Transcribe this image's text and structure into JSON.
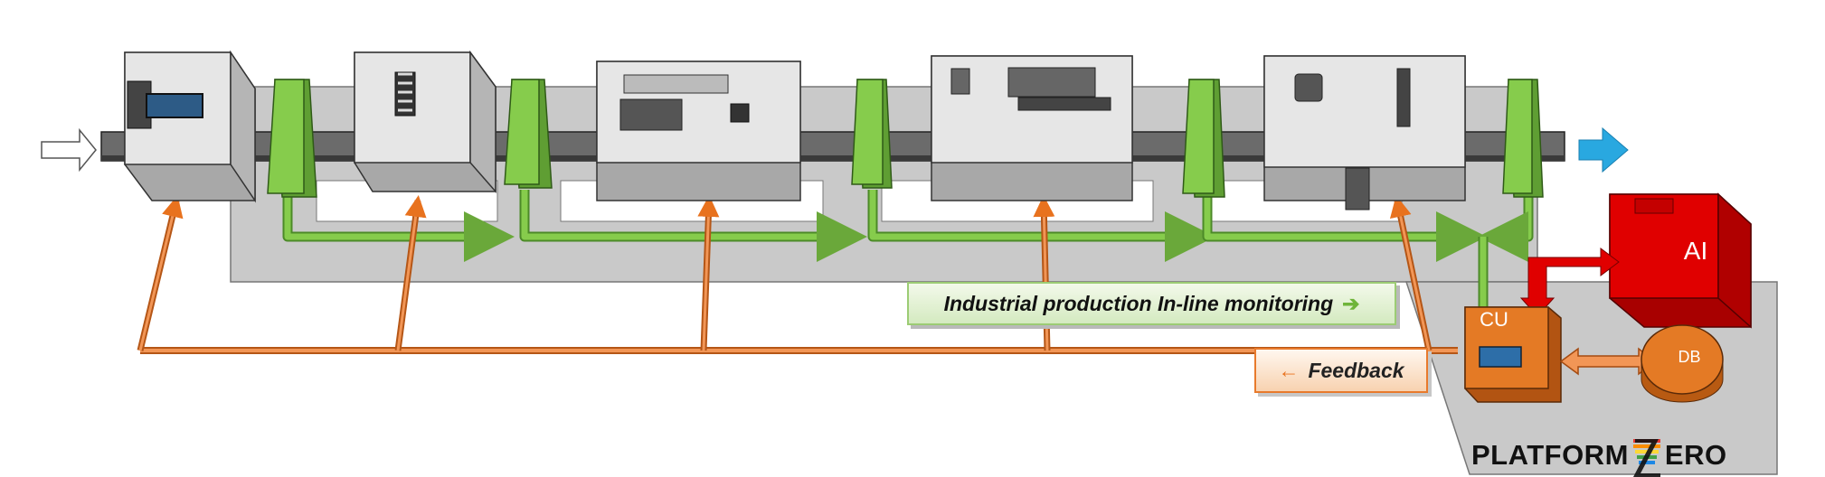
{
  "labels": {
    "monitoring": "Industrial production In-line monitoring",
    "feedback": "Feedback",
    "cu": "CU",
    "ai": "AI",
    "db": "DB",
    "platform_a": "PLATFORM",
    "platform_b": "ERO"
  },
  "colors": {
    "monitor_green": "#7dc142",
    "feedback_orange": "#e8721e",
    "ai_red": "#e00000",
    "cu_orange": "#e47a25",
    "output_blue": "#29a8e0",
    "belt": "#6b6b6b"
  }
}
